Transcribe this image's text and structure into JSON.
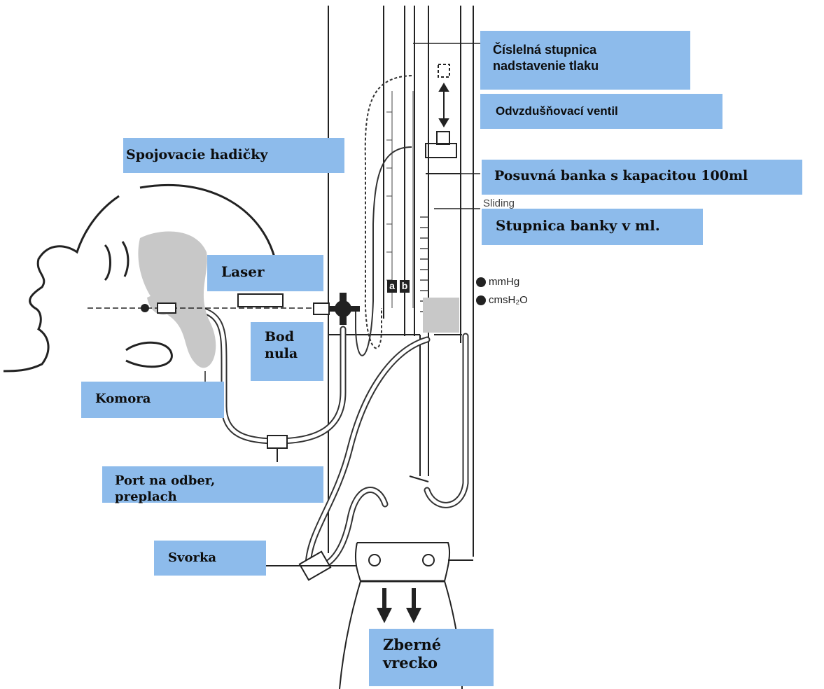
{
  "labels": {
    "ciselna_stupnica": "Číslelná stupnica\nnadstavenie tlaku",
    "odvzdusnovaci_ventil": "Odvzdušňovací ventil",
    "spojovacie_hadicky": "Spojovacie hadičky",
    "posuvna_banka": "Posuvná banka s kapacitou 100ml",
    "stupnica_banky": "Stupnica banky v ml.",
    "laser": "Laser",
    "bod_nula": "Bod\nnula",
    "komora": "Komora",
    "port": "Port na odber,\npreplach",
    "svorka": "Svorka",
    "zberne_vrecko": "Zberné\nvrecko"
  },
  "figure_text": {
    "sliding": "Sliding",
    "legend_a": "mmHg",
    "legend_b": "cmsH₂O",
    "scale_a": "a",
    "scale_b": "b"
  },
  "colors": {
    "label_bg": "#8dbbeb",
    "line": "#222222",
    "shade": "#c8c8c8"
  }
}
